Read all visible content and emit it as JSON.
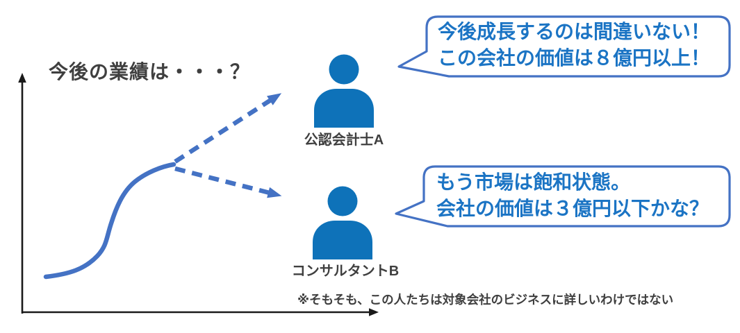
{
  "title": "今後の業績は・・・？",
  "persons": [
    {
      "label": "公認会計士A"
    },
    {
      "label": "コンサルタントB"
    }
  ],
  "bubbles": [
    {
      "line1": "今後成長するのは間違いない！",
      "line2": "この会社の価値は８億円以上！"
    },
    {
      "line1": "もう市場は飽和状態。",
      "line2": "会社の価値は３億円以下かな？"
    }
  ],
  "note": "※そもそも、この人たちは対象会社のビジネスに詳しいわけではない",
  "colors": {
    "accent": "#4472C4",
    "bubble_border": "#4472C4",
    "bubble_text": "#1B74C4",
    "person": "#0E72B9",
    "axis": "#1A1A1A",
    "heading": "#3F3F3F"
  }
}
